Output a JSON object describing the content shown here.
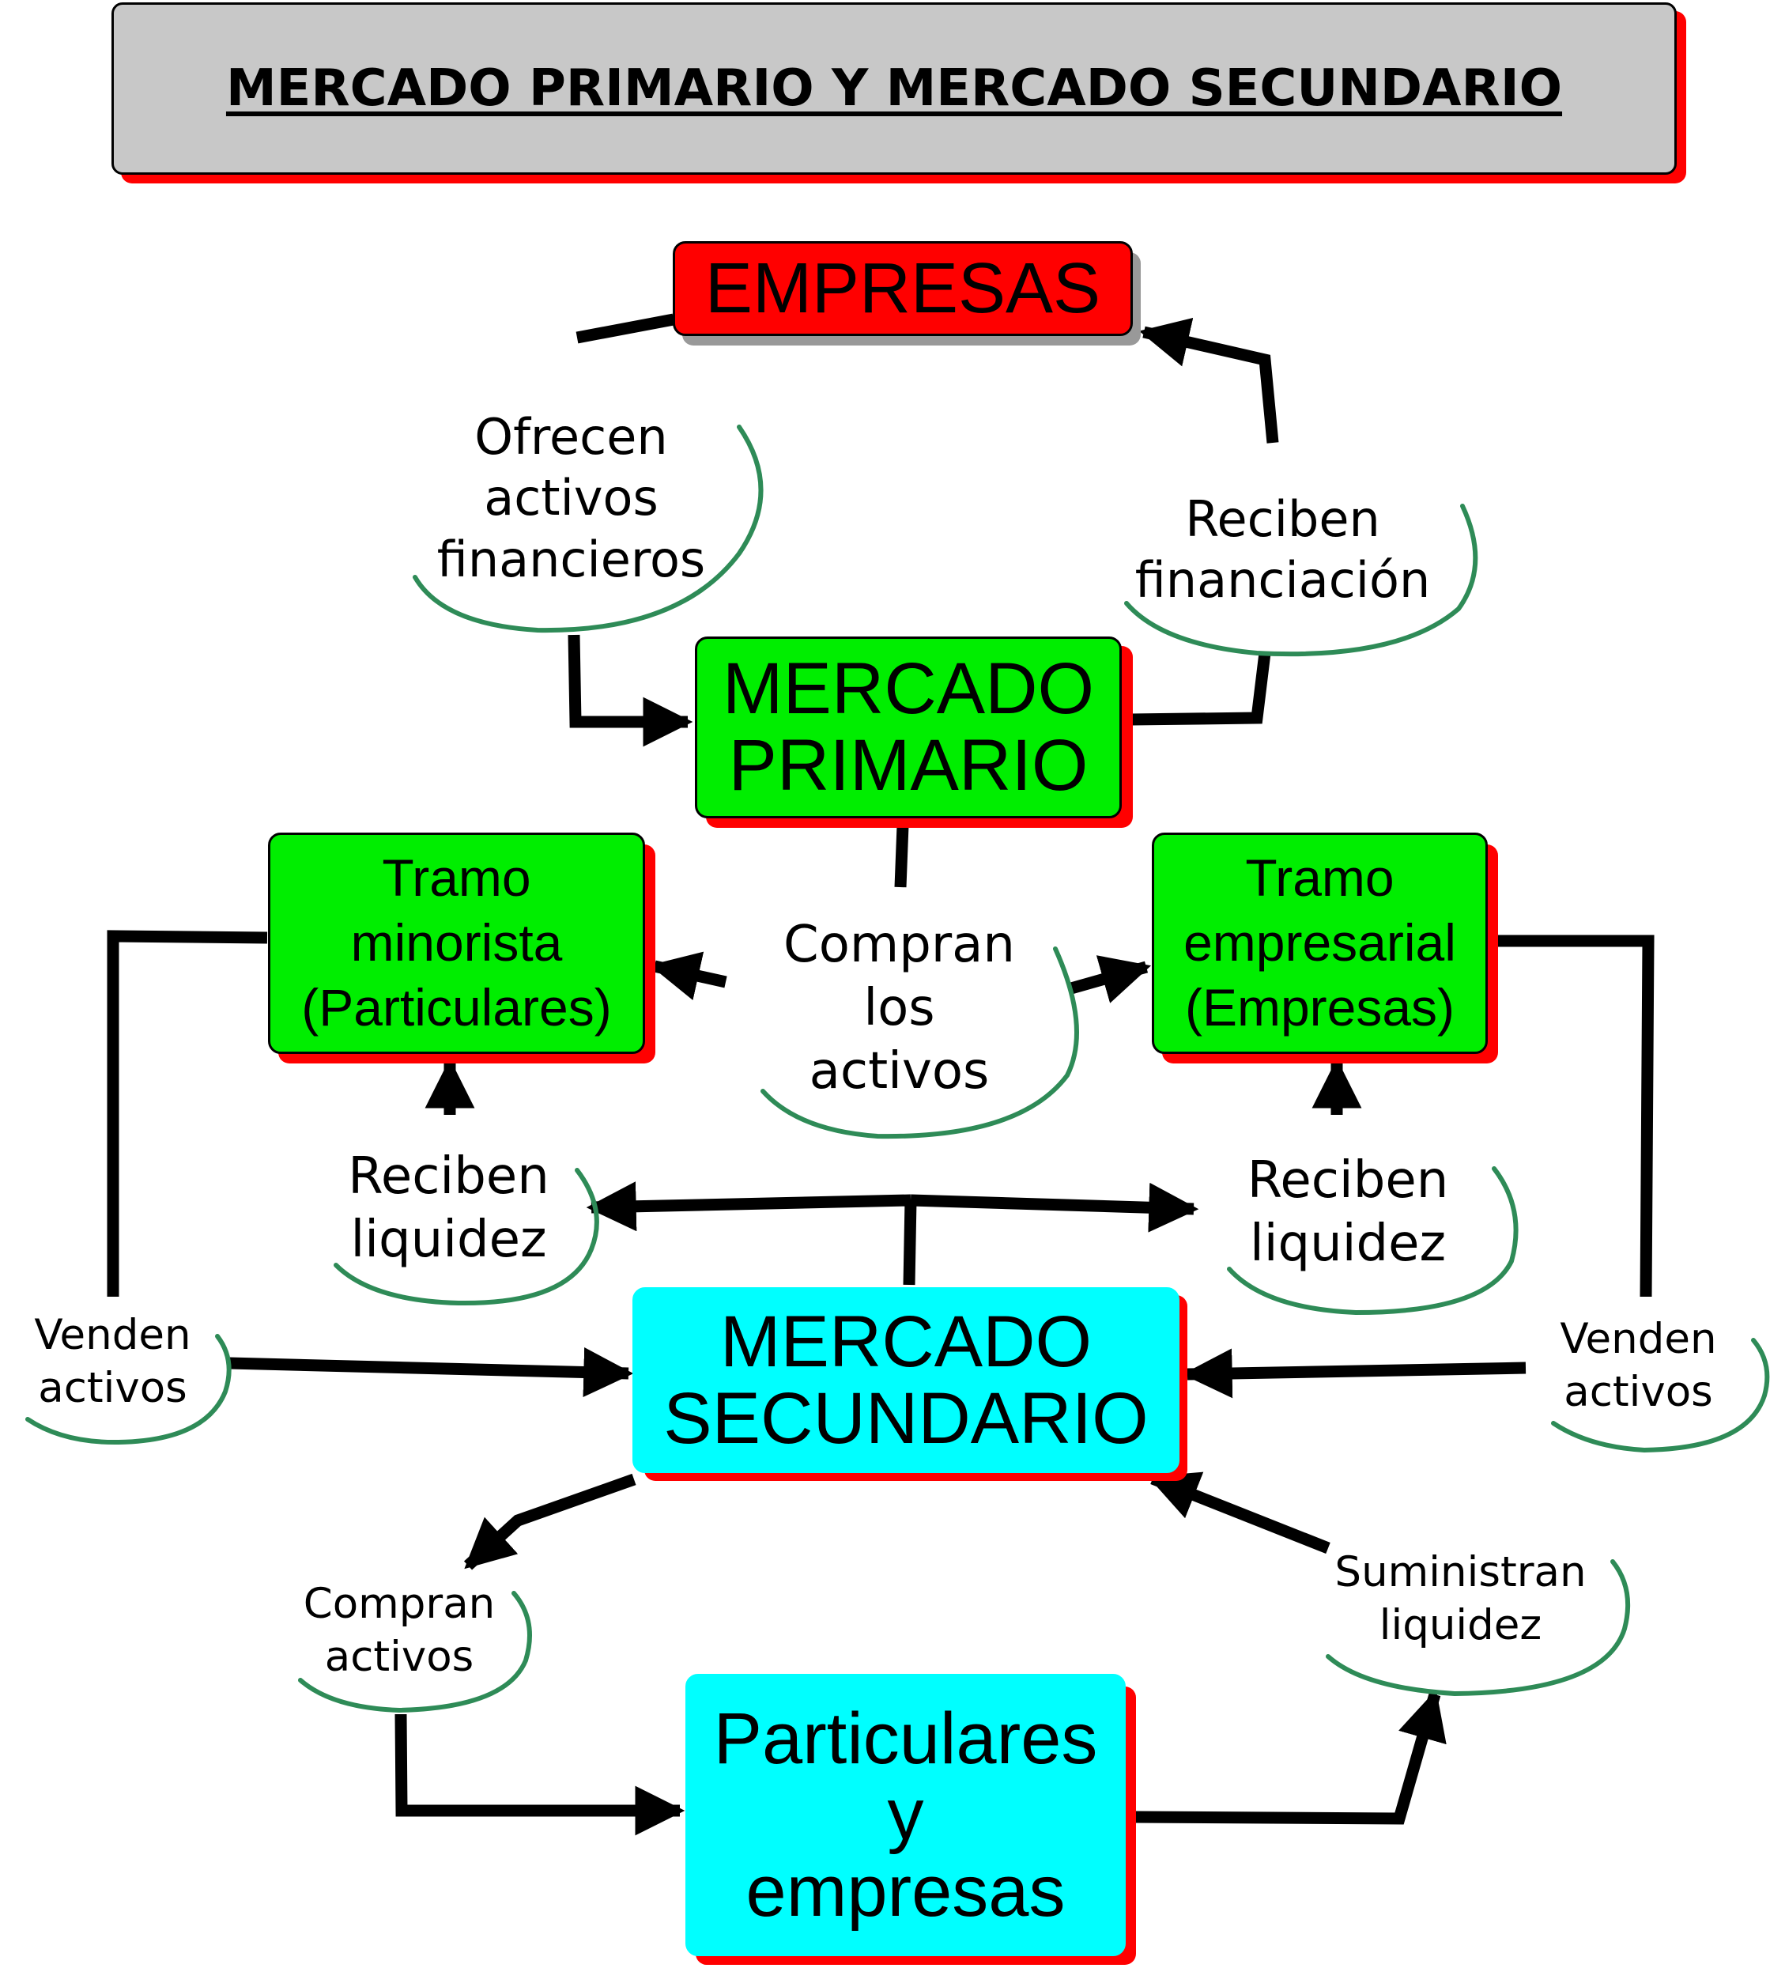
{
  "title": "MERCADO PRIMARIO Y MERCADO SECUNDARIO",
  "boxes": {
    "empresas": "EMPRESAS",
    "mercado_primario": [
      "MERCADO",
      "PRIMARIO"
    ],
    "tramo_minorista": [
      "Tramo",
      "minorista",
      "(Particulares)"
    ],
    "tramo_empresarial": [
      "Tramo",
      "empresarial",
      "(Empresas)"
    ],
    "mercado_secundario": [
      "MERCADO",
      "SECUNDARIO"
    ],
    "particulares_empresas": [
      "Particulares",
      "y",
      "empresas"
    ]
  },
  "labels": {
    "ofrecen": [
      "Ofrecen",
      "activos",
      "financieros"
    ],
    "reciben_financiacion": [
      "Reciben",
      "financiación"
    ],
    "compran_los_activos": [
      "Compran",
      "los",
      "activos"
    ],
    "reciben_liquidez_left": [
      "Reciben",
      "liquidez"
    ],
    "reciben_liquidez_right": [
      "Reciben",
      "liquidez"
    ],
    "venden_left": [
      "Venden",
      "activos"
    ],
    "venden_right": [
      "Venden",
      "activos"
    ],
    "compran_activos": [
      "Compran",
      "activos"
    ],
    "suministran": [
      "Suministran",
      "liquidez"
    ]
  },
  "colors": {
    "empresas": "#ff0000",
    "mercado_primario": "#00ee00",
    "mercado_secundario": "#00ffff",
    "title_box": "#c8c8c8",
    "shadow": "#ff0000",
    "ellipse_arc": "#2e8b57",
    "connector": "#000000"
  }
}
